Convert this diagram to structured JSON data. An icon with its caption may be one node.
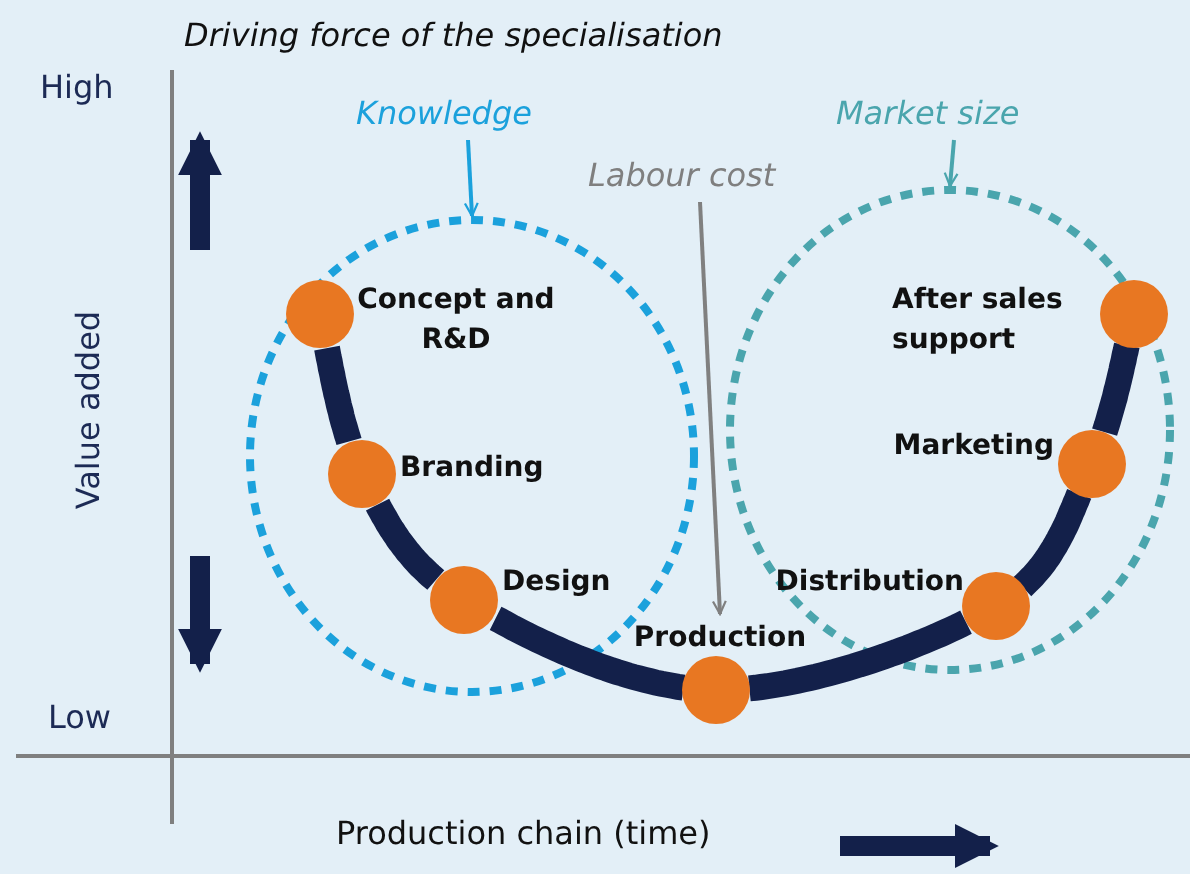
{
  "diagram": {
    "title": "Driving force of the specialisation",
    "nodes": [
      {
        "text": [
          "Knowledge"
        ]
      },
      {
        "text": [
          "Market size"
        ]
      },
      {
        "text": [
          "Labour cost"
        ]
      },
      {
        "text": [],
        "shape": "circle"
      },
      {
        "text": [],
        "shape": "circle"
      },
      {
        "text": [],
        "shape": "circle",
        "beside": [
          "Concept and R&D"
        ],
        "in": 3
      },
      {
        "text": [],
        "shape": "circle",
        "beside": [
          "Branding"
        ],
        "in": 3
      },
      {
        "text": [],
        "shape": "circle",
        "beside": [
          "Design"
        ],
        "in": 3
      },
      {
        "text": [],
        "shape": "circle",
        "beside": [
          "Production"
        ]
      },
      {
        "text": [],
        "shape": "circle",
        "beside": [
          "Distribution"
        ],
        "in": 4
      },
      {
        "text": [],
        "shape": "circle",
        "beside": [
          "Marketing"
        ],
        "in": 4
      },
      {
        "text": [],
        "shape": "circle",
        "beside": [
          "After sales support"
        ],
        "in": 4
      }
    ],
    "edges": [
      {
        "from": 0,
        "to": 3,
        "arrow": "to",
        "color": "#1ba1dc"
      },
      {
        "from": 1,
        "to": 4,
        "arrow": "to",
        "color": "#4aa5ad"
      },
      {
        "from": 2,
        "to": 8,
        "arrow": "to",
        "color": "#808080"
      },
      {
        "from": 5,
        "to": 6,
        "arrow": "none"
      },
      {
        "from": 6,
        "to": 7,
        "arrow": "none"
      },
      {
        "from": 7,
        "to": 8,
        "arrow": "none"
      },
      {
        "from": 8,
        "to": 9,
        "arrow": "none"
      },
      {
        "from": 9,
        "to": 10,
        "arrow": "none"
      },
      {
        "from": 10,
        "to": 11,
        "arrow": "none"
      }
    ],
    "labels": [
      "High",
      "Value added",
      "Low",
      "Production chain (time)"
    ]
  }
}
